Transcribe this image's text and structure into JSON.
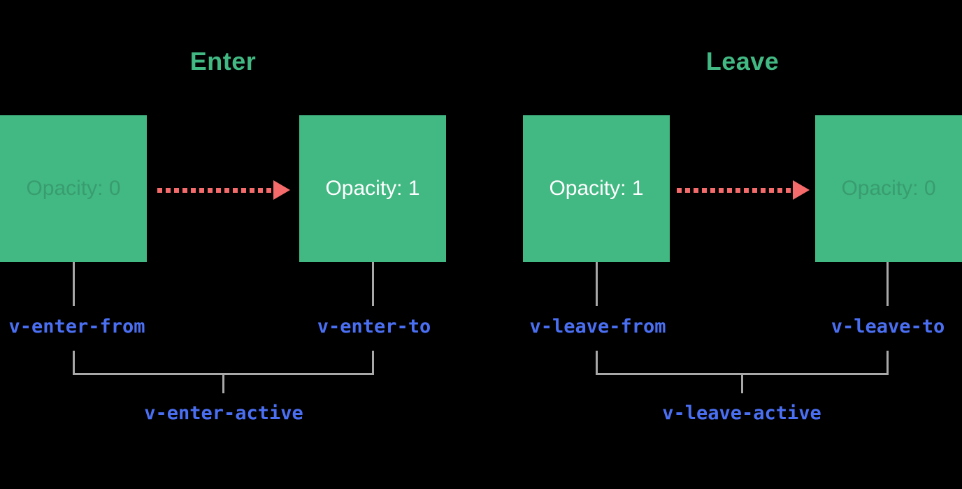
{
  "colors": {
    "background": "#000000",
    "green": "#42b883",
    "red": "#f56b6b",
    "blue": "#4a6ff2",
    "gray": "#a8a8a8",
    "white": "#ffffff",
    "faint_text": "rgba(0,0,0,0.15)"
  },
  "groups": [
    {
      "title": "Enter",
      "from_box_text": "Opacity: 0",
      "to_box_text": "Opacity: 1",
      "from_label": "v-enter-from",
      "to_label": "v-enter-to",
      "active_label": "v-enter-active"
    },
    {
      "title": "Leave",
      "from_box_text": "Opacity: 1",
      "to_box_text": "Opacity: 0",
      "from_label": "v-leave-from",
      "to_label": "v-leave-to",
      "active_label": "v-leave-active"
    }
  ]
}
